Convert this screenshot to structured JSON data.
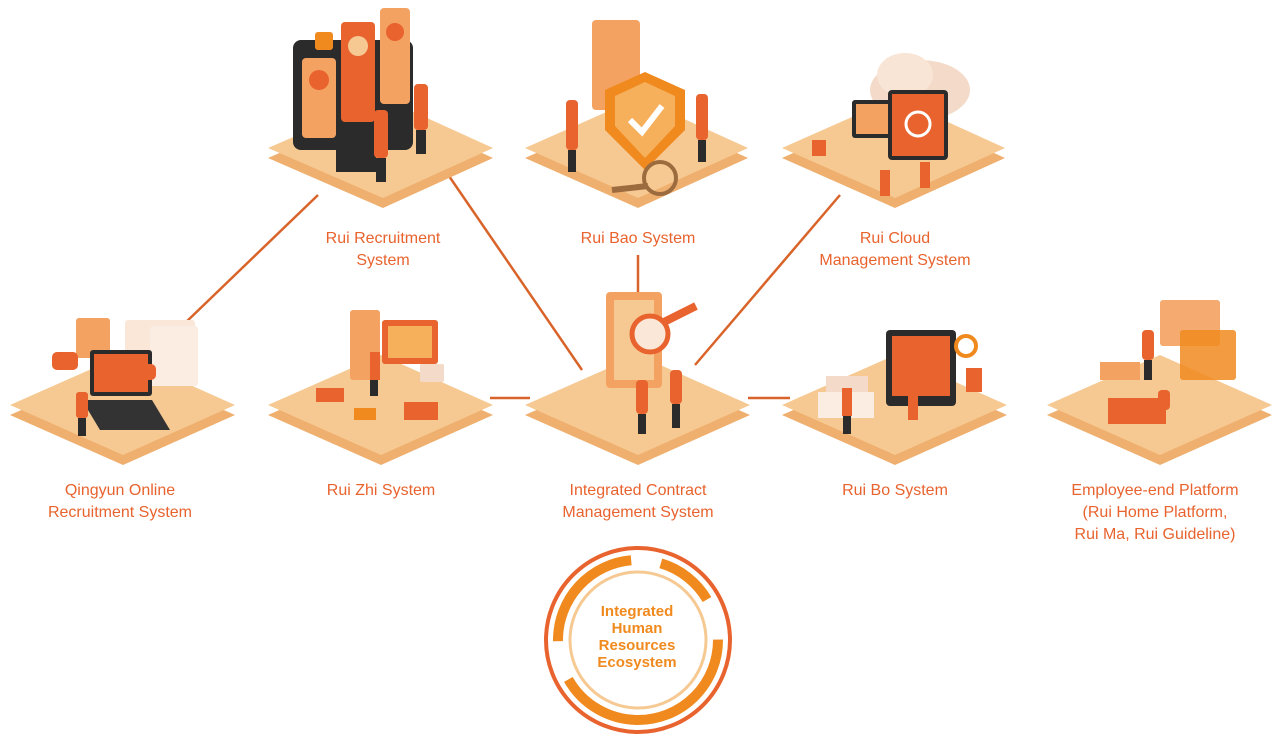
{
  "colors": {
    "accent": "#E8632E",
    "accent_light": "#F4A261",
    "platform": "#F6C992",
    "platform_side": "#EFAF6E",
    "connector": "#D9642A",
    "ring_orange": "#F08A1E"
  },
  "nodes": [
    {
      "id": "recruitment",
      "lines": [
        "Rui Recruitment",
        "System"
      ],
      "icon": "recruitment-screens-icon"
    },
    {
      "id": "bao",
      "lines": [
        "Rui Bao System"
      ],
      "icon": "shield-check-icon"
    },
    {
      "id": "cloud",
      "lines": [
        "Rui Cloud",
        "Management System"
      ],
      "icon": "cloud-monitor-icon"
    },
    {
      "id": "qingyun",
      "lines": [
        "Qingyun Online",
        "Recruitment System"
      ],
      "icon": "laptop-resume-icon"
    },
    {
      "id": "zhi",
      "lines": [
        "Rui Zhi System"
      ],
      "icon": "dashboard-blocks-icon"
    },
    {
      "id": "contract",
      "lines": [
        "Integrated Contract",
        "Management System"
      ],
      "icon": "document-magnifier-icon"
    },
    {
      "id": "bo",
      "lines": [
        "Rui Bo System"
      ],
      "icon": "calendar-board-icon"
    },
    {
      "id": "employee",
      "lines": [
        "Employee-end Platform",
        "(Rui Home Platform,",
        "Rui Ma, Rui Guideline)"
      ],
      "icon": "employee-desk-icon"
    }
  ],
  "center": {
    "lines": [
      "Integrated",
      "Human",
      "Resources",
      "Ecosystem"
    ]
  }
}
